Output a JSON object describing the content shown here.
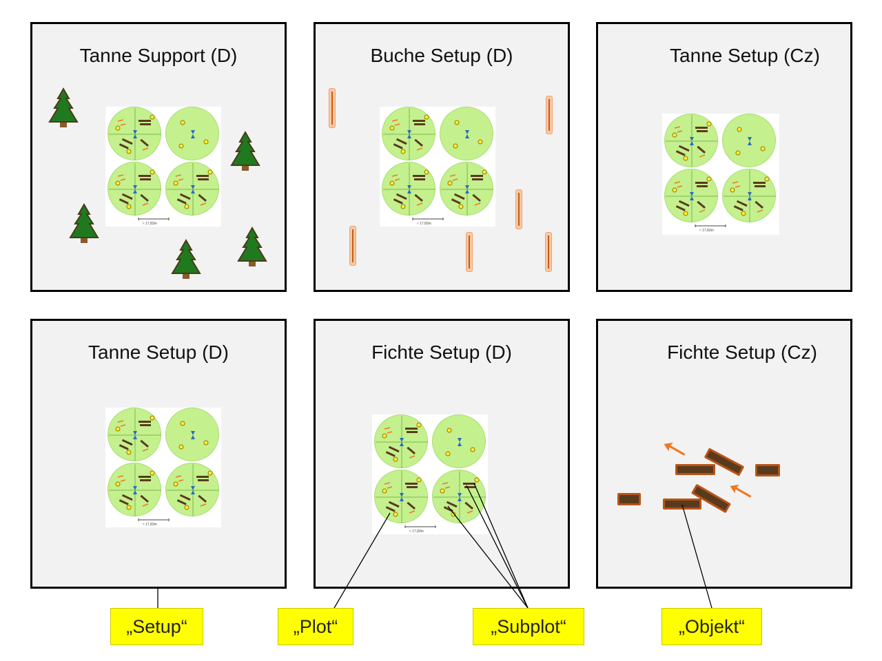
{
  "panels": [
    {
      "title": "Tanne Support (D)"
    },
    {
      "title": "Buche Setup (D)"
    },
    {
      "title": "Tanne Setup (Cz)"
    },
    {
      "title": "Tanne Setup (D)"
    },
    {
      "title": "Fichte Setup (D)"
    },
    {
      "title": "Fichte Setup (Cz)"
    }
  ],
  "scale_label": "≈ 17,83m",
  "labels": {
    "setup": "„Setup“",
    "plot": "„Plot“",
    "subplot": "„Subplot“",
    "objekt": "„Objekt“"
  },
  "colors": {
    "subplot_fill": "#c4f08e",
    "label_bg": "#ffff00",
    "tree_green": "#1f7a1f",
    "log_brown": "#5a3a1c",
    "accent_orange": "#f07820"
  }
}
